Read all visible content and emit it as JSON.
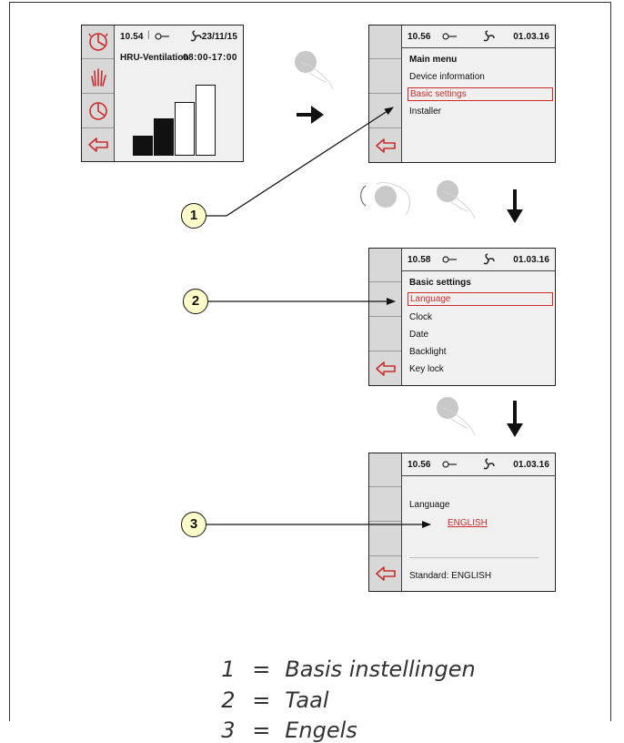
{
  "screens": {
    "home": {
      "time": "10.54",
      "date": "23/11/15",
      "program": "HRU-Ventilation",
      "schedule": "08:00-17:00",
      "bar_levels": [
        1,
        2,
        3,
        4
      ],
      "bar_filled": [
        true,
        true,
        false,
        false
      ]
    },
    "main_menu": {
      "time": "10.56",
      "date": "01.03.16",
      "title": "Main menu",
      "items": [
        "Device information",
        "Basic settings",
        "Installer"
      ],
      "selected": "Basic settings"
    },
    "basic_settings": {
      "time": "10.58",
      "date": "01.03.16",
      "title": "Basic settings",
      "items": [
        "Language",
        "Clock",
        "Date",
        "Backlight",
        "Key lock"
      ],
      "selected": "Language"
    },
    "language": {
      "time": "10.56",
      "date": "01.03.16",
      "label": "Language",
      "value": "ENGLISH",
      "standard": "Standard: ENGLISH"
    }
  },
  "callouts": [
    "1",
    "2",
    "3"
  ],
  "legend": [
    {
      "num": "1",
      "eq": "=",
      "text": "Basis instellingen"
    },
    {
      "num": "2",
      "eq": "=",
      "text": "Taal"
    },
    {
      "num": "3",
      "eq": "=",
      "text": "Engels"
    }
  ],
  "colors": {
    "accent": "#cc2b2b",
    "screen_bg": "#f0f0f0",
    "sidebar_bg": "#d8d8d8",
    "callout_bg": "#ffffcc"
  },
  "icons": {
    "status_key": "key-icon",
    "status_fan": "fan-icon",
    "home_side": [
      "clock-icon",
      "hand-icon",
      "pie-icon",
      "back-arrow-icon"
    ],
    "menu_side": [
      "back-arrow-icon"
    ],
    "gestures": [
      "tap-gesture-icon",
      "rotate-gesture-icon"
    ]
  }
}
